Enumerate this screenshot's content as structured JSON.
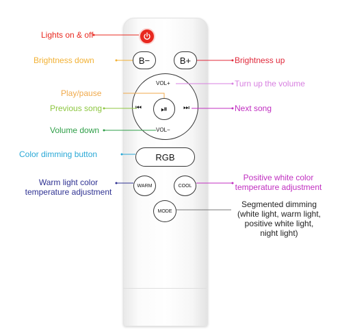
{
  "remote": {
    "power_button": "power-icon",
    "brightness_down": "B−",
    "brightness_up": "B+",
    "vol_up": "VOL+",
    "vol_down": "VOL−",
    "prev": "⏮",
    "play_pause": "⏯",
    "next": "⏭",
    "rgb": "RGB",
    "warm": "WARM",
    "cool": "COOL",
    "mode": "MODE"
  },
  "labels": {
    "lights": "Lights on & off",
    "brightness_down": "Brightness down",
    "brightness_up": "Brightness up",
    "play_pause": "Play/pause",
    "volume_up": "Turn up the volume",
    "previous": "Previous song",
    "next": "Next song",
    "volume_down": "Volume down",
    "color_dimming": "Color dimming button",
    "warm_line1": "Warm light color",
    "warm_line2": "temperature adjustment",
    "positive_line1": "Positive white color",
    "positive_line2": "temperature adjustment",
    "seg_line1": "Segmented dimming",
    "seg_line2": "(white light, warm light,",
    "seg_line3": "positive white light,",
    "seg_line4": "night light)"
  },
  "colors": {
    "lights": "#e8281f",
    "brightness_down": "#f2b134",
    "brightness_up": "#e0283a",
    "play_pause": "#f0a94a",
    "volume_up": "#d77fe0",
    "previous": "#8cc63f",
    "next": "#c02ec0",
    "volume_down": "#2e9e47",
    "color_dimming": "#29a8d6",
    "warm": "#2e3192",
    "positive": "#c02ec0",
    "segmented": "#222222"
  }
}
